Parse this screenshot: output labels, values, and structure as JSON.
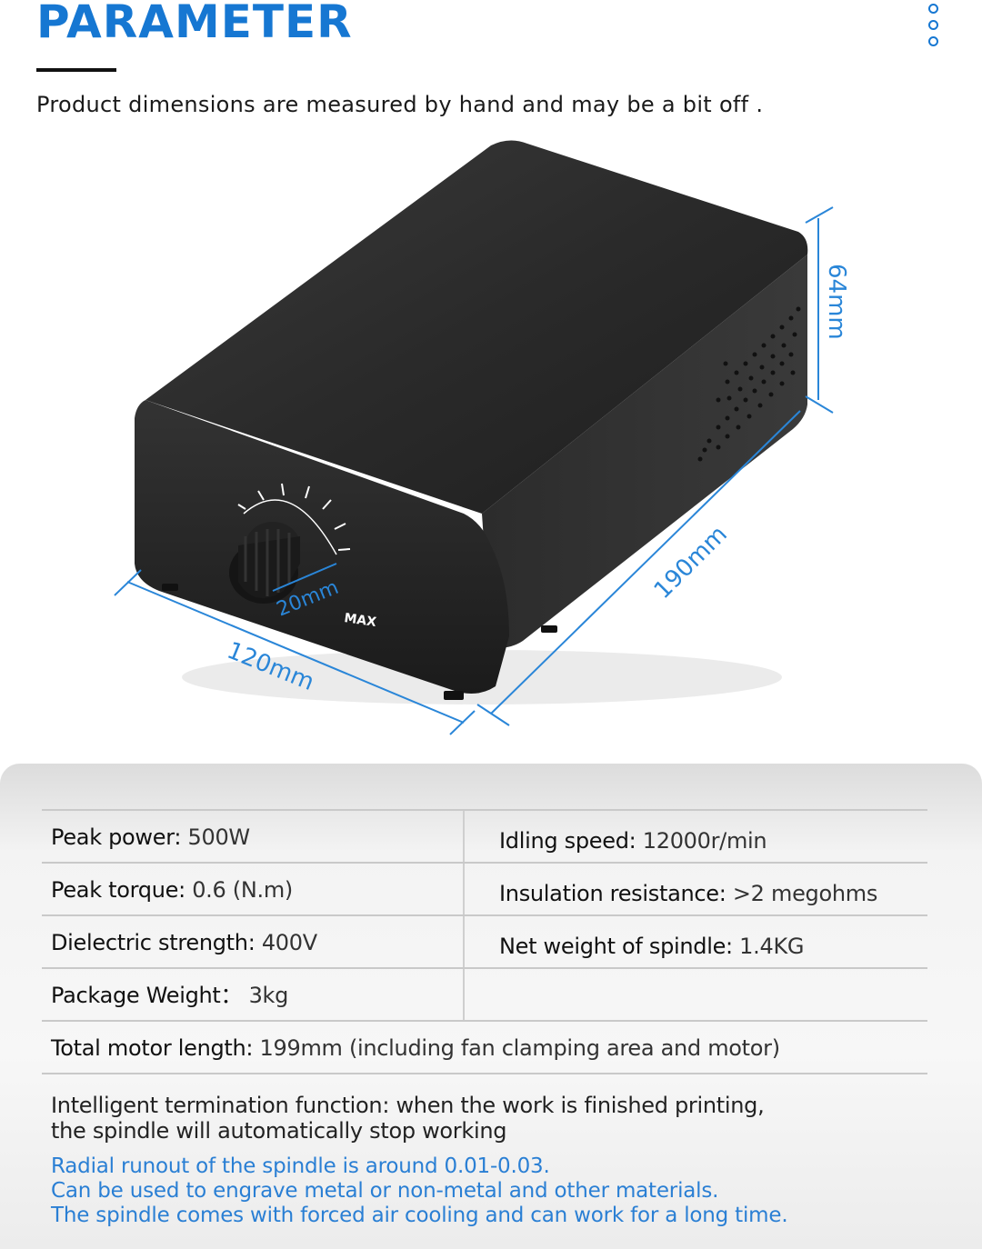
{
  "header": {
    "title": "PARAMETER",
    "subtitle": "Product dimensions are measured by hand and may be a bit off .",
    "menu_icon": "vertical-dots-icon"
  },
  "product": {
    "knob_label": "MAX",
    "dimensions": {
      "height": "64mm",
      "length": "190mm",
      "width": "120mm",
      "knob": "20mm"
    }
  },
  "specs": {
    "rows": [
      {
        "left": {
          "label": "Peak power:",
          "value": " 500W"
        },
        "right": {
          "label": "Idling speed:",
          "value": " 12000r/min"
        }
      },
      {
        "left": {
          "label": "Peak torque:",
          "value": " 0.6 (N.m)"
        },
        "right": {
          "label": "Insulation resistance:",
          "value": " >2 megohms"
        }
      },
      {
        "left": {
          "label": "Dielectric strength:",
          "value": " 400V"
        },
        "right": {
          "label": "Net weight of spindle:",
          "value": " 1.4KG"
        }
      },
      {
        "left": {
          "label": "Package Weight：",
          "value": " 3kg"
        },
        "right": {
          "label": "",
          "value": ""
        }
      }
    ],
    "motor_length": {
      "label": "Total motor length:",
      "value": " 199mm (including fan clamping area and motor)"
    },
    "termination": {
      "label": "Intelligent termination function:",
      "value": " when the work is finished printing,",
      "value_line2": "the spindle will automatically stop working"
    },
    "notes": [
      "Radial runout of the spindle is around 0.01-0.03.",
      "Can be used to engrave metal or non-metal and other materials.",
      "The spindle comes with forced air cooling and can work for a long time."
    ]
  },
  "colors": {
    "accent": "#1677d2",
    "dimension_line": "#2a86d8",
    "note_text": "#2a7fd4",
    "product_body": "#2b2b2b"
  }
}
